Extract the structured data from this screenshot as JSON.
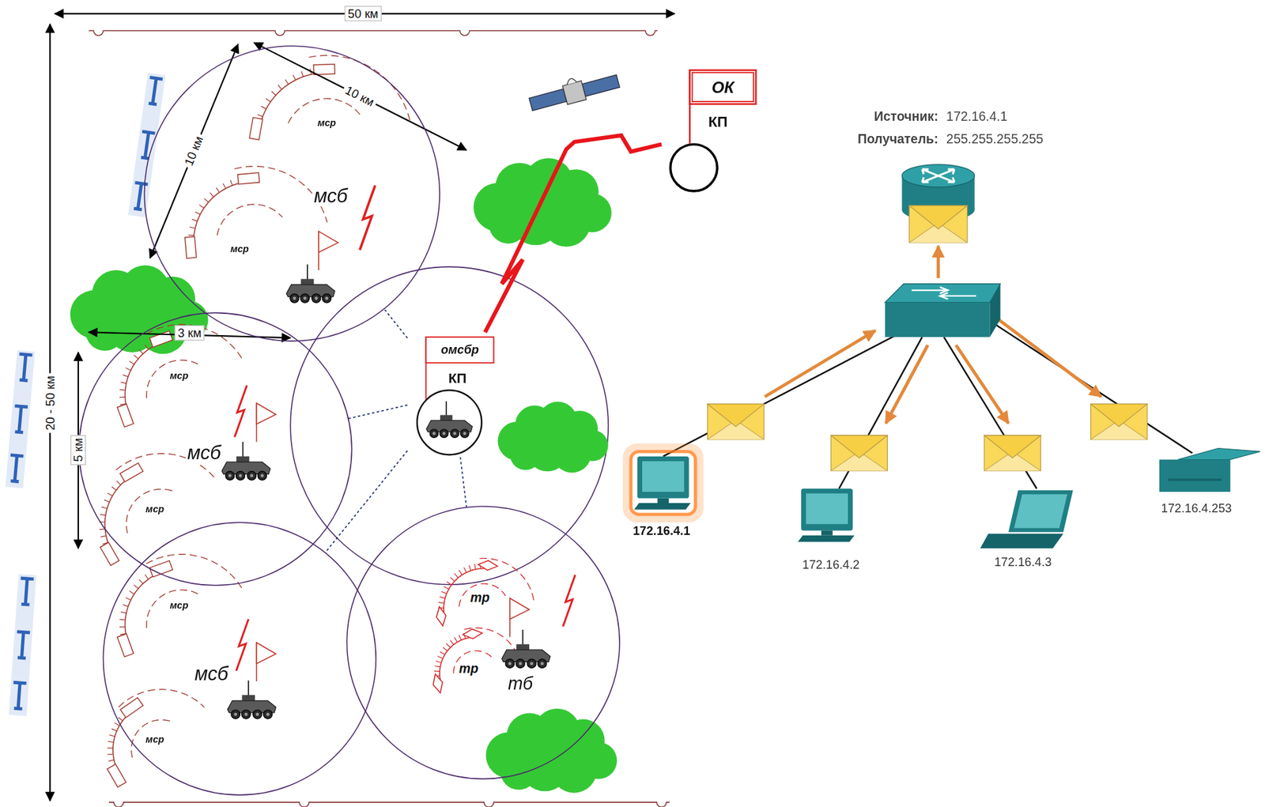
{
  "diagram": {
    "nodes": [
      {
        "text": [
          "мсб"
        ]
      },
      {
        "text": [
          "ОК",
          "КП"
        ]
      },
      {
        "text": [
          "омсбр",
          "КП"
        ]
      },
      {
        "text": [
          "мсб"
        ]
      },
      {
        "text": [
          "мсб"
        ]
      },
      {
        "text": [
          "тб"
        ]
      }
    ],
    "edges": [
      {
        "from": 2,
        "to": 0,
        "arrow": "none"
      },
      {
        "from": 2,
        "to": 1,
        "arrow": "none"
      },
      {
        "from": 2,
        "to": 3,
        "arrow": "none"
      },
      {
        "from": 2,
        "to": 4,
        "arrow": "none"
      },
      {
        "from": 2,
        "to": 5,
        "arrow": "none"
      }
    ],
    "labels": [
      "50 км",
      "10 км",
      "10 км",
      "20 - 50 км",
      "3 км",
      "5 км",
      "мср",
      "мср",
      "мср",
      "мср",
      "мср",
      "мср",
      "тр",
      "тр",
      "Источник:",
      "172.16.4.1",
      "Получатель:",
      "255.255.255.255",
      "172.16.4.1",
      "172.16.4.2",
      "172.16.4.3",
      "172.16.4.253"
    ]
  }
}
